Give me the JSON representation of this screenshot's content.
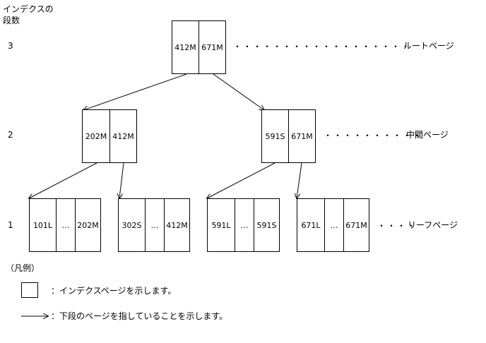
{
  "header": {
    "line1": "インデクスの",
    "line2": "段数"
  },
  "levels": {
    "l3": "3",
    "l2": "2",
    "l1": "1"
  },
  "root": {
    "k1": "412M",
    "k2": "671M"
  },
  "inter_left": {
    "k1": "202M",
    "k2": "412M"
  },
  "inter_right": {
    "k1": "591S",
    "k2": "671M"
  },
  "leaves": [
    {
      "k1": "101L",
      "mid": "…",
      "k2": "202M"
    },
    {
      "k1": "302S",
      "mid": "…",
      "k2": "412M"
    },
    {
      "k1": "591L",
      "mid": "…",
      "k2": "591S"
    },
    {
      "k1": "671L",
      "mid": "…",
      "k2": "671M"
    }
  ],
  "labels": {
    "root_dots": "・・・・・・・・・・・・・・・・・・",
    "root": "ルートページ",
    "mid_dots": "・・・・・・・・・・",
    "mid": "中間ページ",
    "leaf_dots": "・・・・",
    "leaf": "リーフページ"
  },
  "legend": {
    "title": "（凡例）",
    "box_text": "：インデクスページを示します。",
    "arrow_text": "：下段のページを指していることを示します。"
  }
}
